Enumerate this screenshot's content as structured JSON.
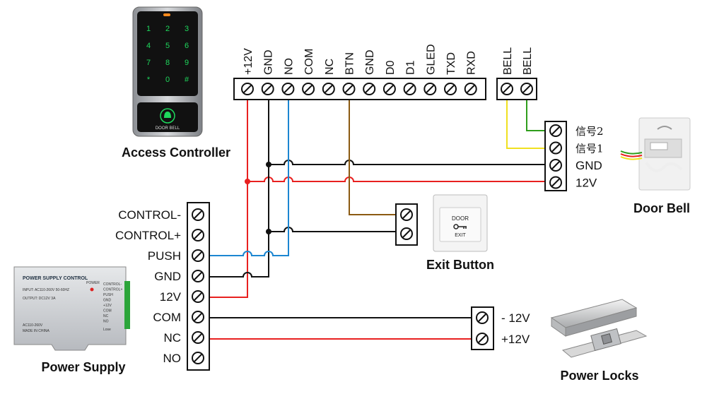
{
  "devices": {
    "access_controller": {
      "caption": "Access Controller",
      "keypad_keys": [
        "1",
        "2",
        "3",
        "4",
        "5",
        "6",
        "7",
        "8",
        "9",
        "*",
        "0",
        "#"
      ],
      "button_text": "DOOR BELL"
    },
    "power_supply": {
      "caption": "Power Supply",
      "panel_title": "POWER SUPPLY CONTROL",
      "panel_input": "INPUT: AC110-260V 50-60HZ",
      "panel_output": "OUTPUT: DC12V  3A",
      "panel_power": "POWER",
      "panel_voltage": "AC110-260V",
      "panel_made": "MADE IN CHINA",
      "panel_logo": "Lose",
      "panel_terms": [
        "CONTROL-",
        "CONTROL+",
        "PUSH",
        "GND",
        "+12V",
        "COM",
        "NC",
        "NO"
      ]
    },
    "exit_button": {
      "caption": "Exit Button",
      "label_top": "DOOR",
      "label_bottom": "EXIT"
    },
    "door_bell": {
      "caption": "Door Bell"
    },
    "power_locks": {
      "caption": "Power Locks"
    }
  },
  "controller_terminals": [
    "+12V",
    "GND",
    "NO",
    "COM",
    "NC",
    "BTN",
    "GND",
    "D0",
    "D1",
    "GLED",
    "TXD",
    "RXD"
  ],
  "bell_terminals": [
    "BELL",
    "BELL"
  ],
  "doorbell_terminals": [
    "信号2",
    "信号1",
    "GND",
    "12V"
  ],
  "psu_terminals": [
    "CONTROL-",
    "CONTROL+",
    "PUSH",
    "GND",
    "12V",
    "COM",
    "NC",
    "NO"
  ],
  "lock_terminals": [
    "- 12V",
    "+12V"
  ],
  "wire_colors": {
    "red": "#e8201f",
    "black": "#111111",
    "blue": "#1c86d1",
    "brown": "#8b5a12",
    "yellow": "#f0e020",
    "green": "#2f9e1c"
  }
}
